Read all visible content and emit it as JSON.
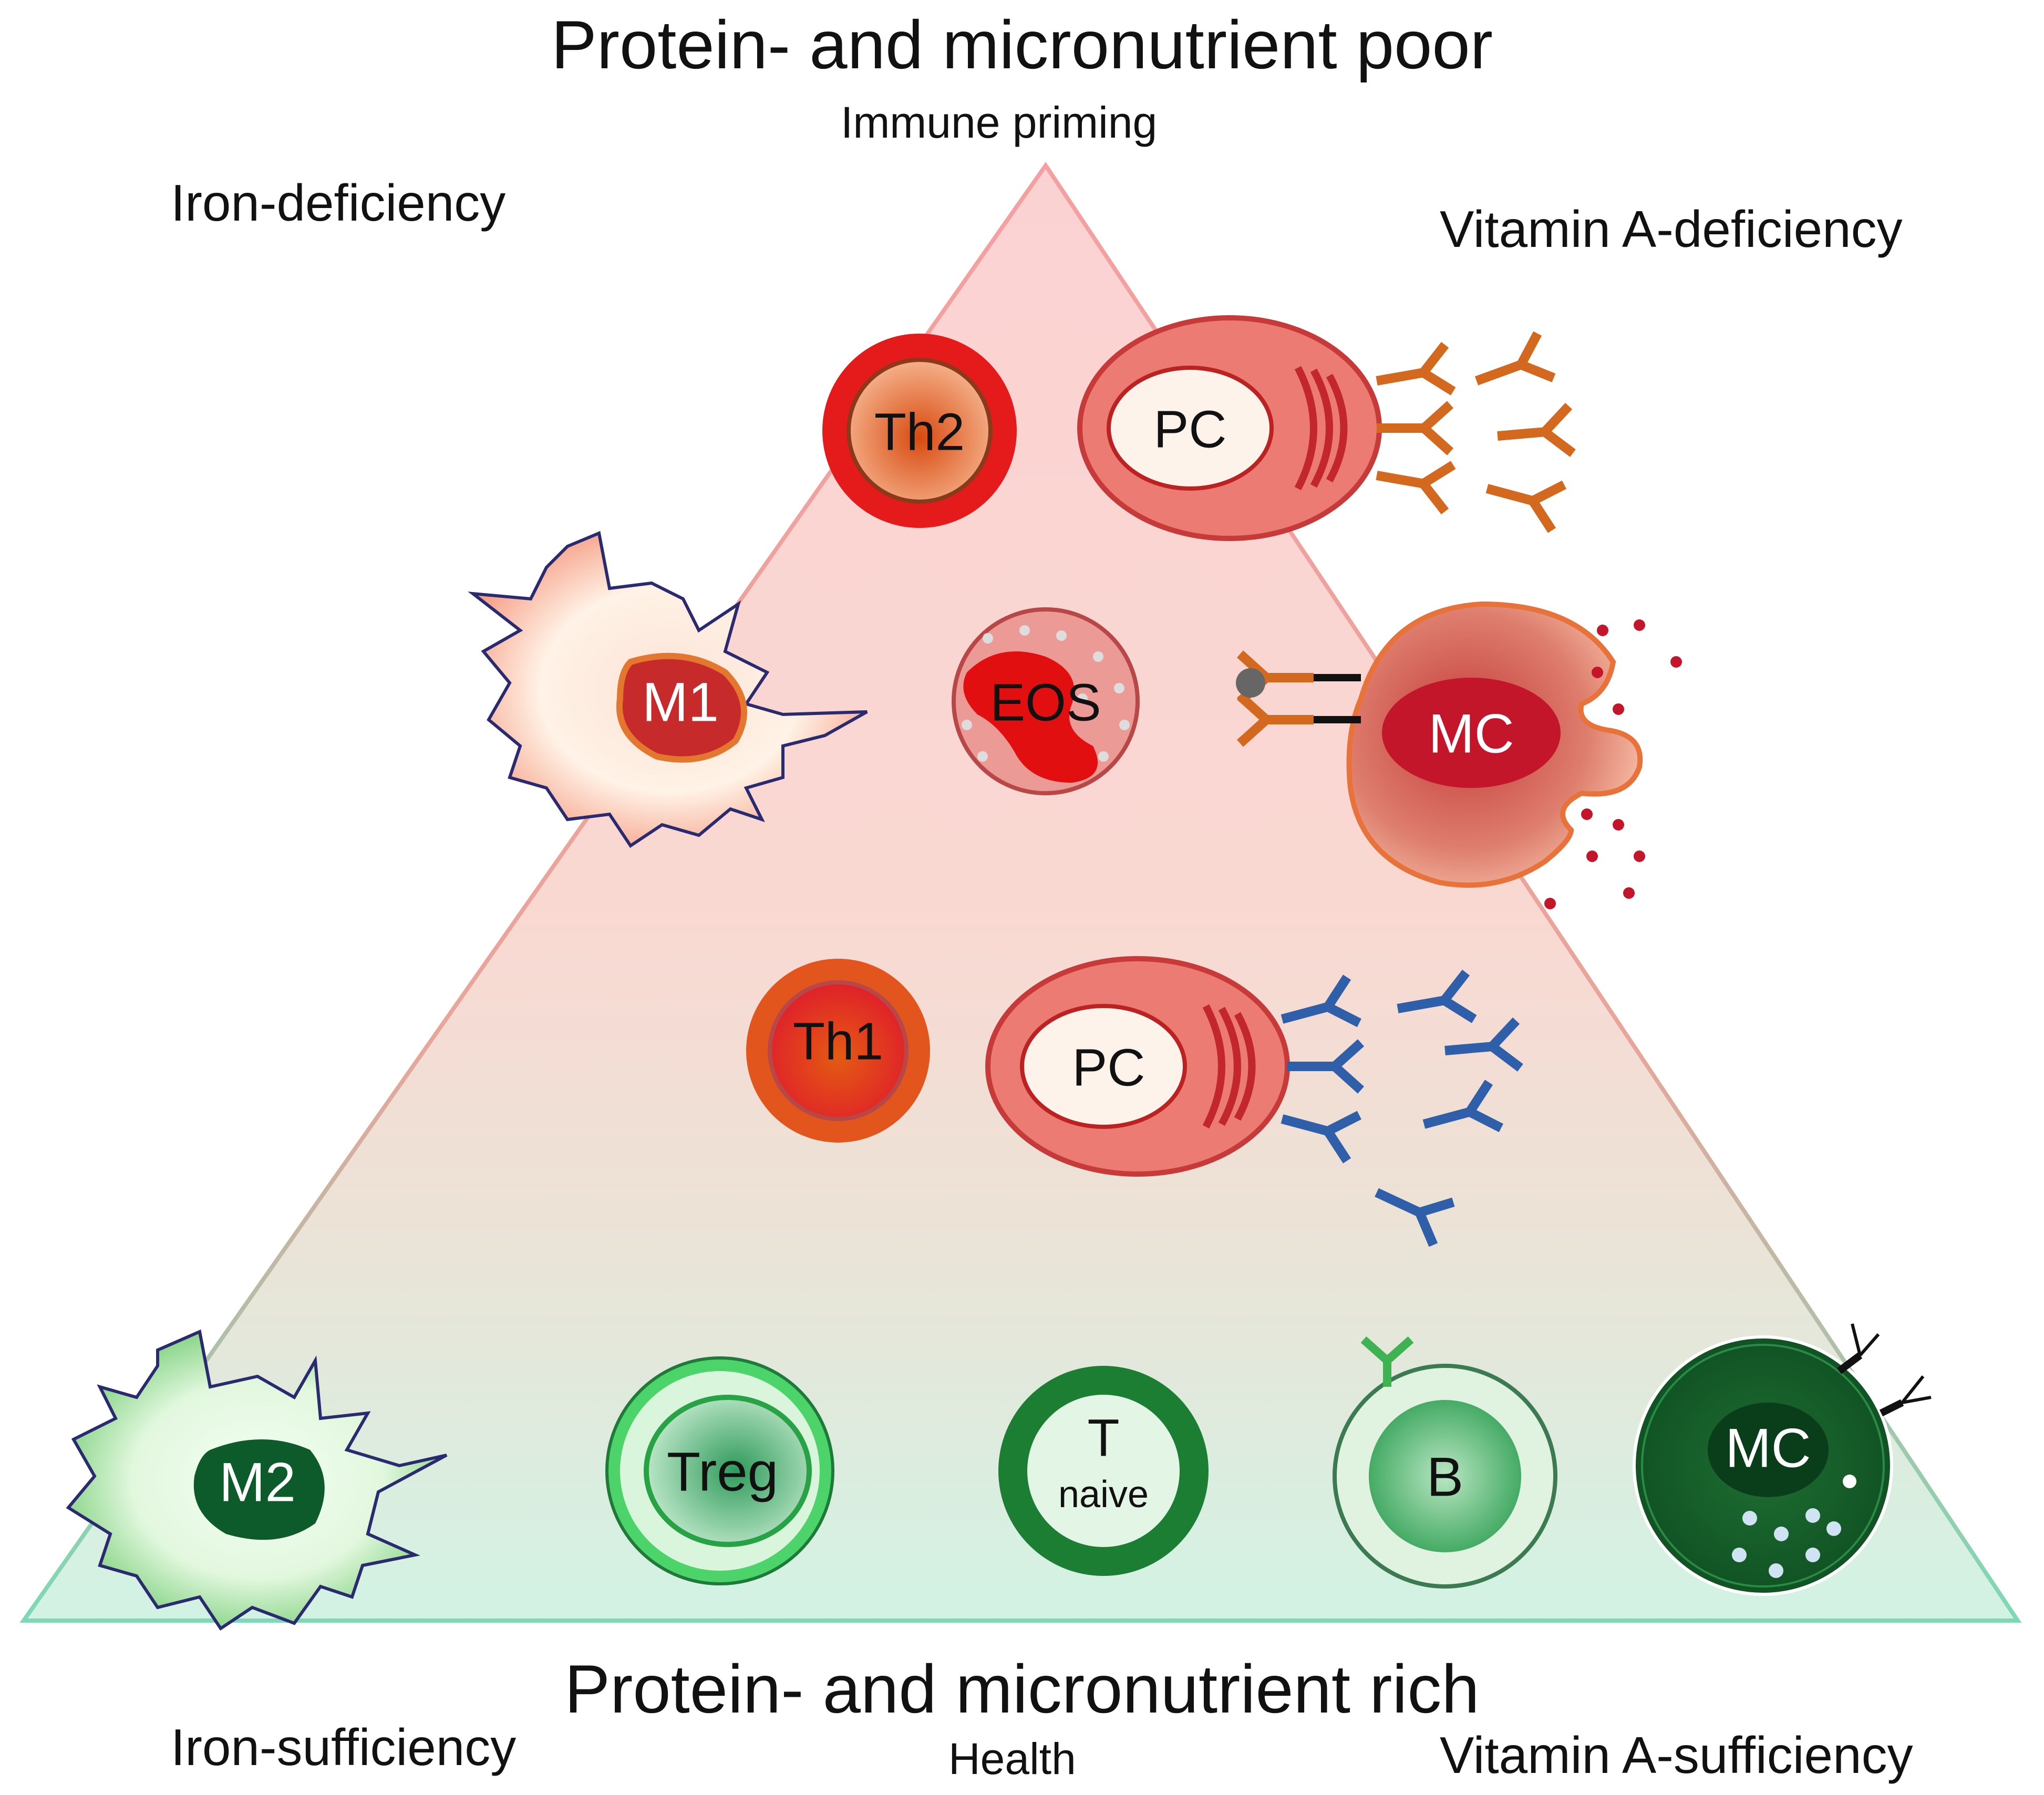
{
  "titles": {
    "top": "Protein- and micronutrient poor",
    "top_sub": "Immune priming",
    "bottom": "Protein- and micronutrient rich",
    "bottom_sub": "Health"
  },
  "corners": {
    "top_left": "Iron-deficiency",
    "top_right": "Vitamin A-deficiency",
    "bottom_left": "Iron-sufficiency",
    "bottom_right": "Vitamin A-sufficiency"
  },
  "cells": {
    "th2": "Th2",
    "pc_top": "PC",
    "m1": "M1",
    "eos": "EOS",
    "mc_red": "MC",
    "th1": "Th1",
    "pc_mid": "PC",
    "m2": "M2",
    "treg": "Treg",
    "t_naive_t": "T",
    "t_naive_sub": "naive",
    "b": "B",
    "mc_green": "MC"
  },
  "colors": {
    "deficiency_red": "#e04040",
    "sufficiency_green": "#3aa35a",
    "antibody_orange": "#d2691e",
    "antibody_blue": "#2f5fa8"
  }
}
